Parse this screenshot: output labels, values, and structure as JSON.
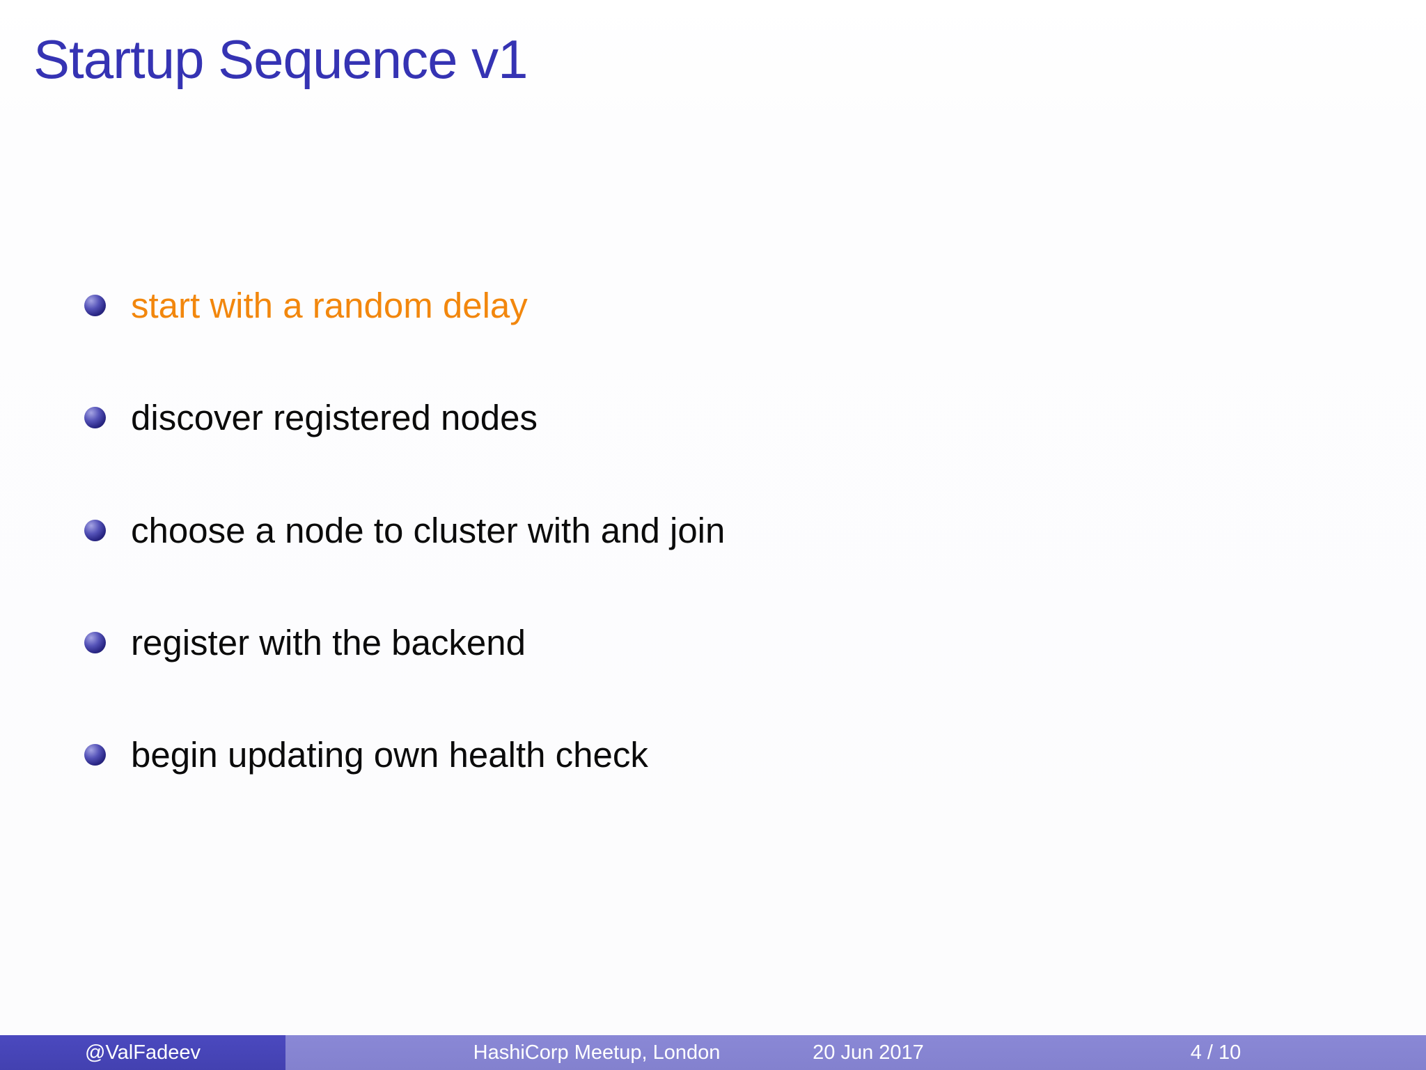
{
  "slide": {
    "title": "Startup Sequence v1",
    "bullets": [
      {
        "label": "start with a random delay",
        "highlighted": true
      },
      {
        "label": "discover registered nodes",
        "highlighted": false
      },
      {
        "label": "choose a node to cluster with and join",
        "highlighted": false
      },
      {
        "label": "register with the backend",
        "highlighted": false
      },
      {
        "label": "begin updating own health check",
        "highlighted": false
      }
    ]
  },
  "footer": {
    "author": "@ValFadeev",
    "event": "HashiCorp Meetup, London",
    "date": "20 Jun 2017",
    "page": "4 / 10"
  },
  "colors": {
    "title_blue": "#3533B3",
    "alert_orange": "#F2870D",
    "bullet_ball_dark": "#131153",
    "bullet_ball_mid": "#5553B8",
    "footer_author_box": "#4645B8",
    "footer_info_box": "#8684D2",
    "footer_text": "#FFFFFF",
    "body_text": "#0B0B0B",
    "background": "#FFFFFF"
  }
}
